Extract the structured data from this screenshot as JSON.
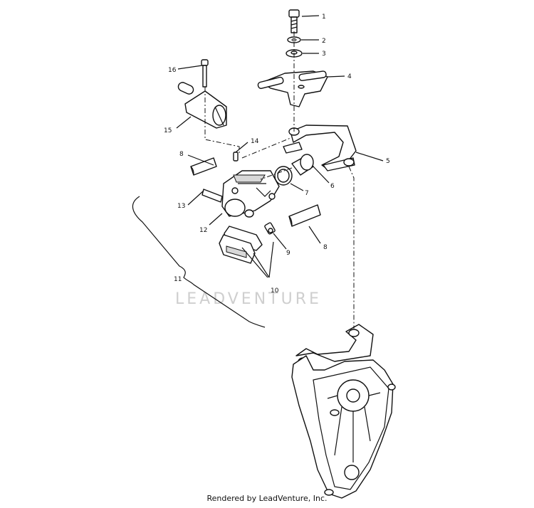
{
  "callouts": {
    "c1": "1",
    "c2": "2",
    "c3": "3",
    "c4": "4",
    "c5": "5",
    "c6": "6",
    "c7": "7",
    "c8a": "8",
    "c8b": "8",
    "c9": "9",
    "c10": "10",
    "c11": "11",
    "c12": "12",
    "c13": "13",
    "c14": "14",
    "c15": "15",
    "c16": "16"
  },
  "watermark": "LEADVENTURE",
  "footer": "Rendered by LeadVenture, Inc."
}
